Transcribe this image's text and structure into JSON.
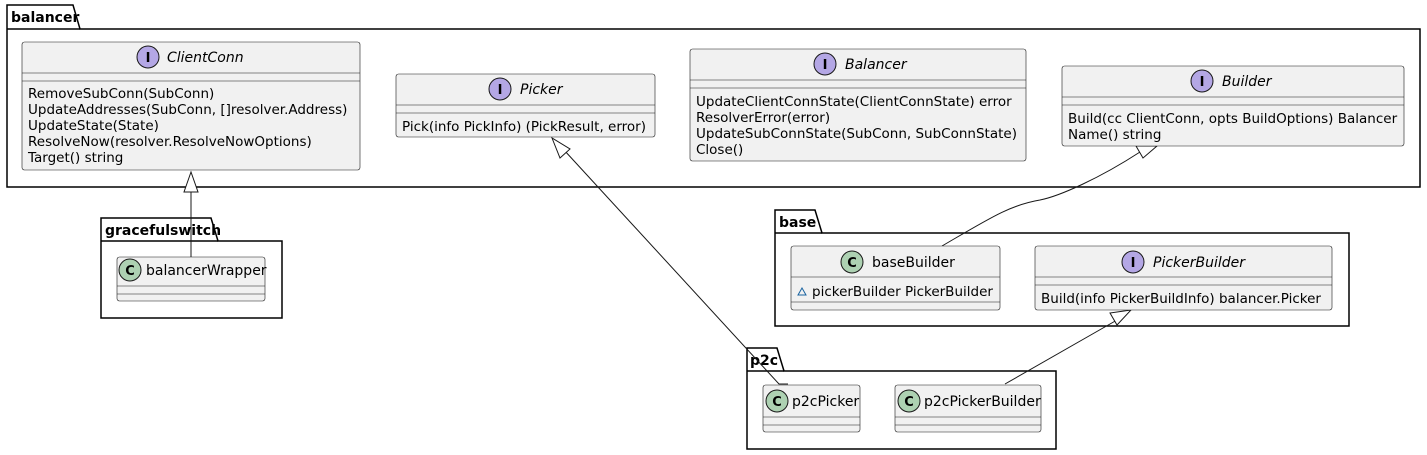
{
  "packages": {
    "balancer": "balancer",
    "gracefulswitch": "gracefulswitch",
    "base": "base",
    "p2c": "p2c"
  },
  "stereotypes": {
    "interface": "I",
    "class": "C"
  },
  "classes": {
    "ClientConn": {
      "name": "ClientConn",
      "methods": [
        "RemoveSubConn(SubConn)",
        "UpdateAddresses(SubConn, []resolver.Address)",
        "UpdateState(State)",
        "ResolveNow(resolver.ResolveNowOptions)",
        "Target() string"
      ]
    },
    "Picker": {
      "name": "Picker",
      "methods": [
        "Pick(info PickInfo) (PickResult, error)"
      ]
    },
    "Balancer": {
      "name": "Balancer",
      "methods": [
        "UpdateClientConnState(ClientConnState) error",
        "ResolverError(error)",
        "UpdateSubConnState(SubConn, SubConnState)",
        "Close()"
      ]
    },
    "Builder": {
      "name": "Builder",
      "methods": [
        "Build(cc ClientConn, opts BuildOptions) Balancer",
        "Name() string"
      ]
    },
    "balancerWrapper": {
      "name": "balancerWrapper"
    },
    "baseBuilder": {
      "name": "baseBuilder",
      "fields": [
        "pickerBuilder PickerBuilder"
      ]
    },
    "PickerBuilder": {
      "name": "PickerBuilder",
      "methods": [
        "Build(info PickerBuildInfo) balancer.Picker"
      ]
    },
    "p2cPicker": {
      "name": "p2cPicker"
    },
    "p2cPickerBuilder": {
      "name": "p2cPickerBuilder"
    }
  },
  "relations": [
    {
      "from": "balancerWrapper",
      "to": "ClientConn",
      "type": "realization"
    },
    {
      "from": "p2cPicker",
      "to": "Picker",
      "type": "realization"
    },
    {
      "from": "baseBuilder",
      "to": "Builder",
      "type": "realization"
    },
    {
      "from": "p2cPickerBuilder",
      "to": "PickerBuilder",
      "type": "realization"
    }
  ]
}
